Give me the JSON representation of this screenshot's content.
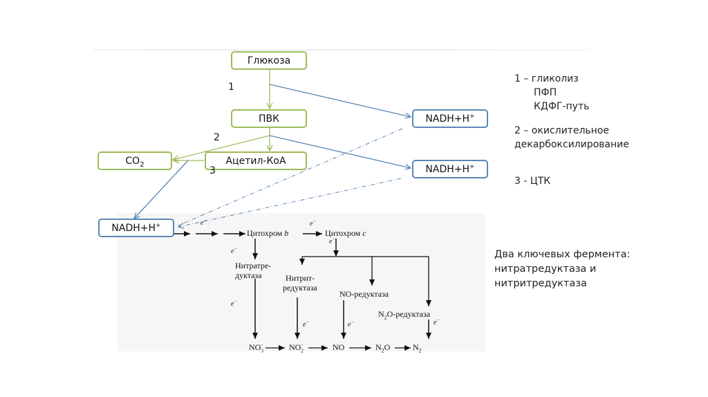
{
  "diagram": {
    "nodes": {
      "glucose": "Глюкоза",
      "pvk": "ПВК",
      "co2_main": "CO",
      "co2_sub": "2",
      "acetyl_coa": "Ацетил-КоА",
      "nadh_1_main": "NADH+H",
      "nadh_1_sup": "+",
      "nadh_2_main": "NADH+H",
      "nadh_2_sup": "+",
      "nadh_3_main": "NADH+H",
      "nadh_3_sup": "+"
    },
    "step_numbers": [
      "1",
      "2",
      "3"
    ],
    "legend": {
      "line1": "1 – гликолиз",
      "line2": "ПФП",
      "line3": "КДФГ-путь",
      "line4": "2 – окислительное",
      "line5": "декарбоксилирование",
      "line6": "3 - ЦТК"
    },
    "note": {
      "line1": "Два ключевых фермента:",
      "line2": "нитратредуктаза и",
      "line3": "нитритредуктаза"
    },
    "electron_chain": {
      "electron_symbol": "e",
      "electron_sup": "−",
      "cytochrome_b_prefix": "Цитохром ",
      "cytochrome_b_letter": "b",
      "cytochrome_c_prefix": "Цитохром ",
      "cytochrome_c_letter": "c",
      "nitrate_reductase_1": "Нитратре-",
      "nitrate_reductase_2": "дуктаза",
      "nitrite_reductase_1": "Нитрит-",
      "nitrite_reductase_2": "редуктаза",
      "no_reductase": "NO-редуктаза",
      "n2o_reductase_pre": "N",
      "n2o_reductase_sub": "2",
      "n2o_reductase_post": "O-редуктаза",
      "products": {
        "no3_main": "NO",
        "no3_sub": "3",
        "no3_sup": "−",
        "no2_main": "NO",
        "no2_sub": "2",
        "no2_sup": "−",
        "no": "NO",
        "n2o_pre": "N",
        "n2o_sub": "2",
        "n2o_post": "O",
        "n2_pre": "N",
        "n2_sub": "2"
      }
    },
    "colors": {
      "green": "#9bbb59",
      "blue": "#5b86b5"
    }
  }
}
